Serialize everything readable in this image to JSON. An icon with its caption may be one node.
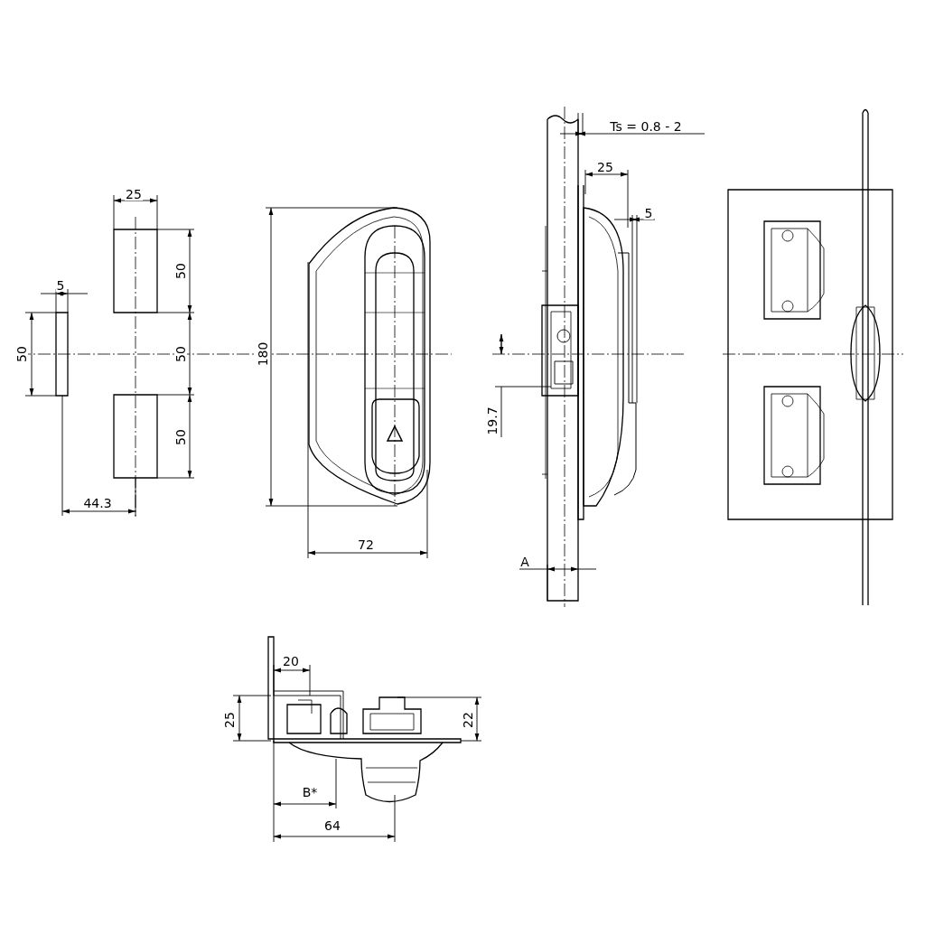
{
  "diagram": {
    "labels": [
      "25",
      "5",
      "50",
      "50",
      "50",
      "50",
      "44.3",
      "180",
      "72",
      "Ts = 0.8 - 2",
      "25",
      "5",
      "19.7",
      "A",
      "20",
      "25",
      "22",
      "B*",
      "64"
    ]
  }
}
